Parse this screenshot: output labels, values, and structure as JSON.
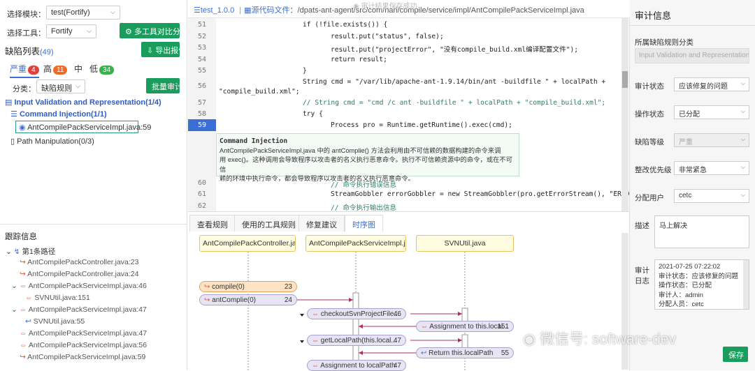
{
  "left": {
    "module_label": "选择模块：",
    "module_value": "test(Fortify)",
    "tool_label": "选择工具：",
    "tool_value": "Fortify",
    "compare_button": "多工具对比分析",
    "export_button": "导出报告",
    "list_title": "缺陷列表",
    "list_count": "(49)",
    "severity_tabs": [
      {
        "label": "严重",
        "count": "4",
        "color": "#e0413a"
      },
      {
        "label": "高",
        "count": "11",
        "color": "#ef6b2a"
      },
      {
        "label": "中",
        "count": ""
      },
      {
        "label": "低",
        "count": "34",
        "color": "#3cb04f"
      }
    ],
    "category_label": "分类：",
    "category_value": "缺陷规则",
    "batch_audit_button": "批量审计",
    "tree": {
      "group": "Input Validation and Representation(1/4)",
      "subgroup": "Command Injection(1/1)",
      "selected_file": "AntCompilePackServiceImpl.java:59",
      "other": "Path Manipulation(0/3)"
    },
    "trace_title": "跟踪信息",
    "trace_path": "第1条路径",
    "trace_items": [
      "AntCompilePackController.java:23",
      "AntCompilePackController.java:24",
      "AntCompilePackServiceImpl.java:46",
      "SVNUtil.java:151",
      "AntCompilePackServiceImpl.java:47",
      "SVNUtil.java:55",
      "AntCompilePackServiceImpl.java:47",
      "AntCompilePackServiceImpl.java:56",
      "AntCompilePackServiceImpl.java:59"
    ]
  },
  "code": {
    "project": "test_1.0.0",
    "source_label": "源代码文件：",
    "source_path": "/dpats-ant-agent/src/com/nari/compile/service/impl/AntCompilePackServiceImpl.java",
    "toast": "审计结果保存成功",
    "line_numbers": [
      "51",
      "52",
      "53",
      "54",
      "55",
      "56",
      "",
      "57",
      "58",
      "59",
      "60",
      "61",
      "62"
    ],
    "lines": [
      "if (!file.exists()) {",
      "result.put(\"status\", false);",
      "result.put(\"projectError\", \"没有compile_build.xml编译配置文件\");",
      "return result;",
      "}",
      "String cmd = \"/var/lib/apache-ant-1.9.14/bin/ant -buildfile \" + localPath +",
      "\"compile_build.xml\";",
      "// String cmd = \"cmd /c ant -buildfile \" + localPath + \"compile_build.xml\";",
      "try {",
      "Process pro = Runtime.getRuntime().exec(cmd);",
      "// 命令执行错误信息",
      "StreamGobbler errorGobbler = new StreamGobbler(pro.getErrorStream(), \"ERROR\");",
      "// 命令执行输出信息"
    ],
    "tooltip_title": "Command Injection",
    "tooltip_body_1": "AntCompilePackServiceImpl.java 中的 antComplie() 方法会利用由不可信赖的数据构建的命令来调",
    "tooltip_body_2": "用 exec()。这种调用会导致程序以攻击者的名义执行恶意命令。执行不可信赖资源中的命令，或在不可信",
    "tooltip_body_3": "赖的环境中执行命令，都会导致程序以攻击者的名义执行恶意命令。"
  },
  "seq": {
    "tabs": [
      "查看规则",
      "使用的工具规则",
      "修复建议",
      "时序图"
    ],
    "actors": [
      "AntCompilePackController.java",
      "AntCompilePackServiceImpl.java",
      "SVNUtil.java"
    ],
    "messages": [
      {
        "label": "compile(0)",
        "num": "23"
      },
      {
        "label": "antComplie(0)",
        "num": "24"
      },
      {
        "label": "checkoutSvnProjectFile...",
        "num": "46"
      },
      {
        "label": "Assignment to this.local...",
        "num": "151"
      },
      {
        "label": "getLocalPath(this.local...",
        "num": "47"
      },
      {
        "label": "Return this.localPath",
        "num": "55"
      },
      {
        "label": "Assignment to localPath",
        "num": "47"
      }
    ]
  },
  "right": {
    "title": "审计信息",
    "rule_label": "所属缺陷规则分类",
    "rule_value": "Input Validation and Representation",
    "audit_status_label": "审计状态",
    "audit_status_value": "应该修复的问题",
    "op_status_label": "操作状态",
    "op_status_value": "已分配",
    "level_label": "缺陷等级",
    "level_value": "严重",
    "priority_label": "整改优先级",
    "priority_value": "非常紧急",
    "assign_label": "分配用户",
    "assign_value": "cetc",
    "desc_label": "描述",
    "desc_value": "马上解决",
    "log_label_1": "审计",
    "log_label_2": "日志",
    "log_lines": [
      "2021-07-25 07:22:02",
      "审计状态：应该修复的问题",
      "操作状态：已分配",
      "审计人：admin",
      "分配人员：cetc"
    ],
    "save_button": "保存",
    "watermark": "微信号: software-dev"
  }
}
